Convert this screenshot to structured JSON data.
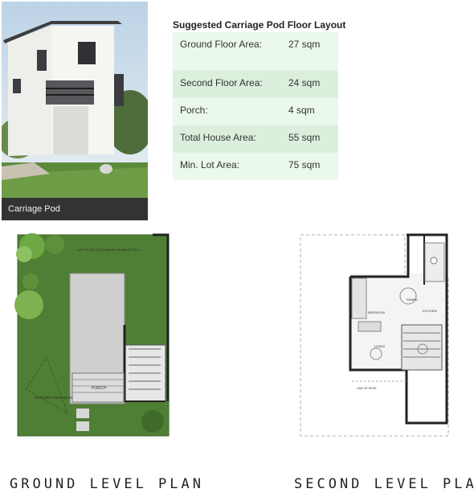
{
  "photo": {
    "caption": "Carriage Pod"
  },
  "layout": {
    "title": "Suggested Carriage Pod Floor Layout",
    "rows": [
      {
        "label": "Ground Floor Area:",
        "value": "27 sqm"
      },
      {
        "label": "Second Floor Area:",
        "value": "24 sqm"
      },
      {
        "label": "Porch:",
        "value": "4 sqm"
      },
      {
        "label": "Total House Area:",
        "value": "55 sqm"
      },
      {
        "label": "Min. Lot Area:",
        "value": "75 sqm"
      }
    ]
  },
  "ground_plan": {
    "label": "GROUND LEVEL PLAN",
    "notes": {
      "porch": "PORCH",
      "carport": "CARPORT PROVISION",
      "line_above": "LINE OF 2ND FLOOR ABOVE SHOWN DOTTED"
    }
  },
  "second_plan": {
    "label": "SECOND LEVEL PLAN",
    "rooms": {
      "dining": "DINING",
      "bedroom": "BEDROOM",
      "kitchen": "KITCHEN",
      "living": "LIVING",
      "roof": "LINE OF ROOF"
    }
  },
  "colors": {
    "grass": "#4f7f34",
    "caption_bg": "#333333",
    "row_light": "#eaf9ea",
    "row_dark": "#dcefdd"
  }
}
